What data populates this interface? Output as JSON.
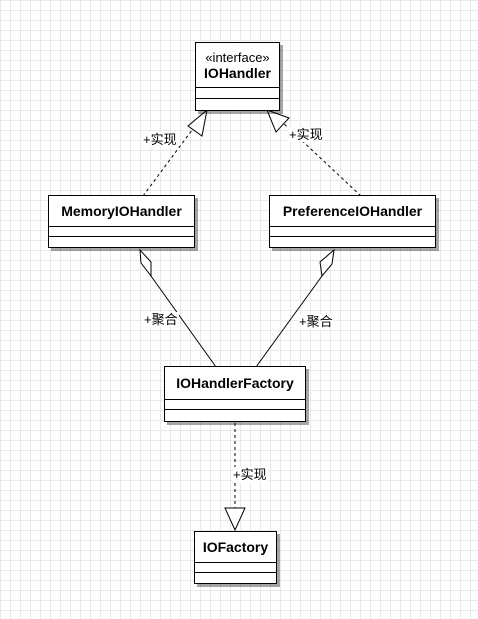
{
  "classes": {
    "io_handler": {
      "stereotype": "«interface»",
      "name": "IOHandler"
    },
    "memory_io_handler": {
      "name": "MemoryIOHandler"
    },
    "preference_io_handler": {
      "name": "PreferenceIOHandler"
    },
    "io_handler_factory": {
      "name": "IOHandlerFactory"
    },
    "io_factory": {
      "name": "IOFactory"
    }
  },
  "relations": {
    "memory_realization": "+实现",
    "preference_realization": "+实现",
    "memory_aggregation": "+聚合",
    "preference_aggregation": "+聚合",
    "factory_realization": "+实现"
  }
}
